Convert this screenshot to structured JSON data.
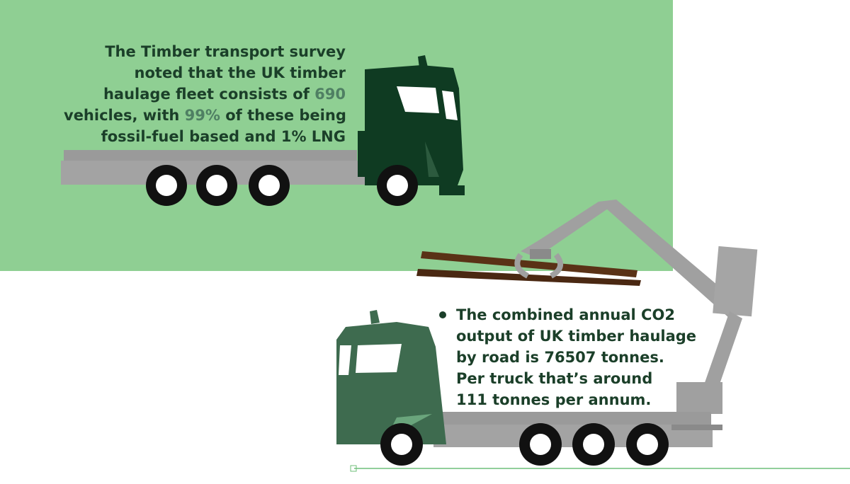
{
  "top_text": {
    "line1": "The Timber transport survey",
    "line2": "noted that the UK timber",
    "line3_pre": "haulage fleet consists of ",
    "line3_num": "690",
    "line4_pre": "vehicles, with ",
    "line4_num": "99%",
    "line4_post": " of these being",
    "line5": "fossil-fuel based and 1% LNG"
  },
  "bottom_text": {
    "line1": "The combined annual CO2",
    "line2": "output of UK timber haulage",
    "line3": "by road is 76507 tonnes.",
    "line4": "Per truck that’s around",
    "line5": "111 tonnes per annum."
  },
  "colors": {
    "panel": "#8fcf93",
    "cab_dark": "#0f3b22",
    "cab_mid": "#3e6b4f",
    "trailer_grey": "#9a9a9a",
    "log_brown": "#5a3216",
    "text": "#1b3f29"
  },
  "icons": [
    "truck-icon",
    "crane-truck-icon",
    "logs-icon",
    "bullet-icon"
  ]
}
